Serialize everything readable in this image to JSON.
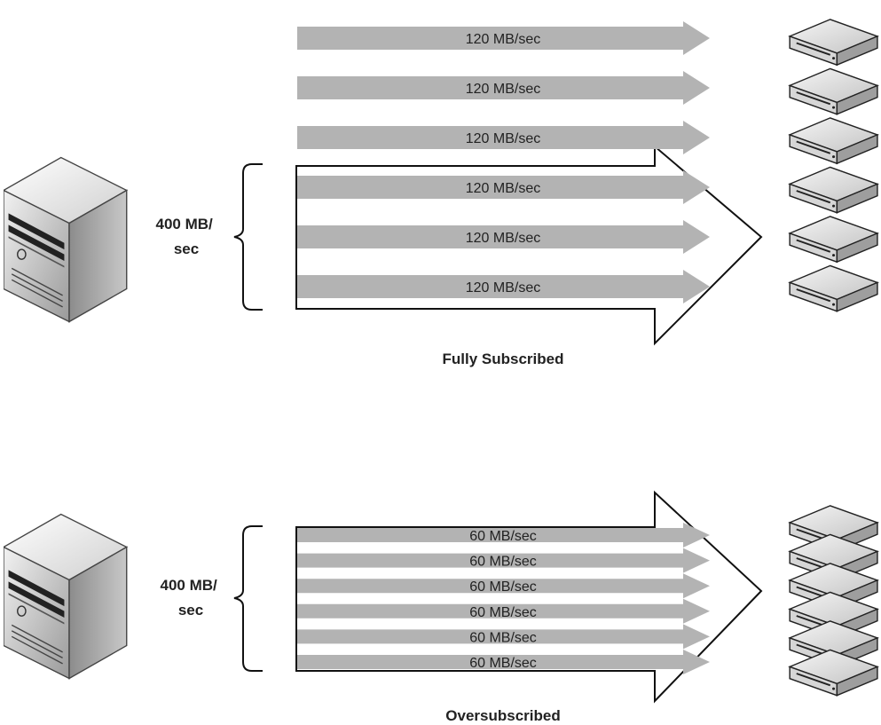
{
  "panels": [
    {
      "id": "fully",
      "caption": "Fully Subscribed",
      "host_rate": "400 MB/\nsec",
      "host_rate_line1": "400 MB/",
      "host_rate_line2": "sec",
      "streams": [
        {
          "label": "120 MB/sec",
          "in_bracket": false
        },
        {
          "label": "120 MB/sec",
          "in_bracket": false
        },
        {
          "label": "120 MB/sec",
          "in_bracket": false
        },
        {
          "label": "120 MB/sec",
          "in_bracket": true
        },
        {
          "label": "120 MB/sec",
          "in_bracket": true
        },
        {
          "label": "120 MB/sec",
          "in_bracket": true
        }
      ],
      "disk_count": 6
    },
    {
      "id": "over",
      "caption": "Oversubscribed",
      "host_rate_line1": "400 MB/",
      "host_rate_line2": "sec",
      "streams": [
        {
          "label": "60 MB/sec"
        },
        {
          "label": "60 MB/sec"
        },
        {
          "label": "60 MB/sec"
        },
        {
          "label": "60 MB/sec"
        },
        {
          "label": "60 MB/sec"
        },
        {
          "label": "60 MB/sec"
        }
      ],
      "disk_count": 6
    }
  ],
  "colors": {
    "stream_fill": "#b3b3b3",
    "outline": "#111111",
    "server_body": "#d9d9d9",
    "disk_top": "#e6e6e6"
  },
  "icons": {
    "server": "server-tower-icon",
    "disk": "disk-drive-icon"
  }
}
